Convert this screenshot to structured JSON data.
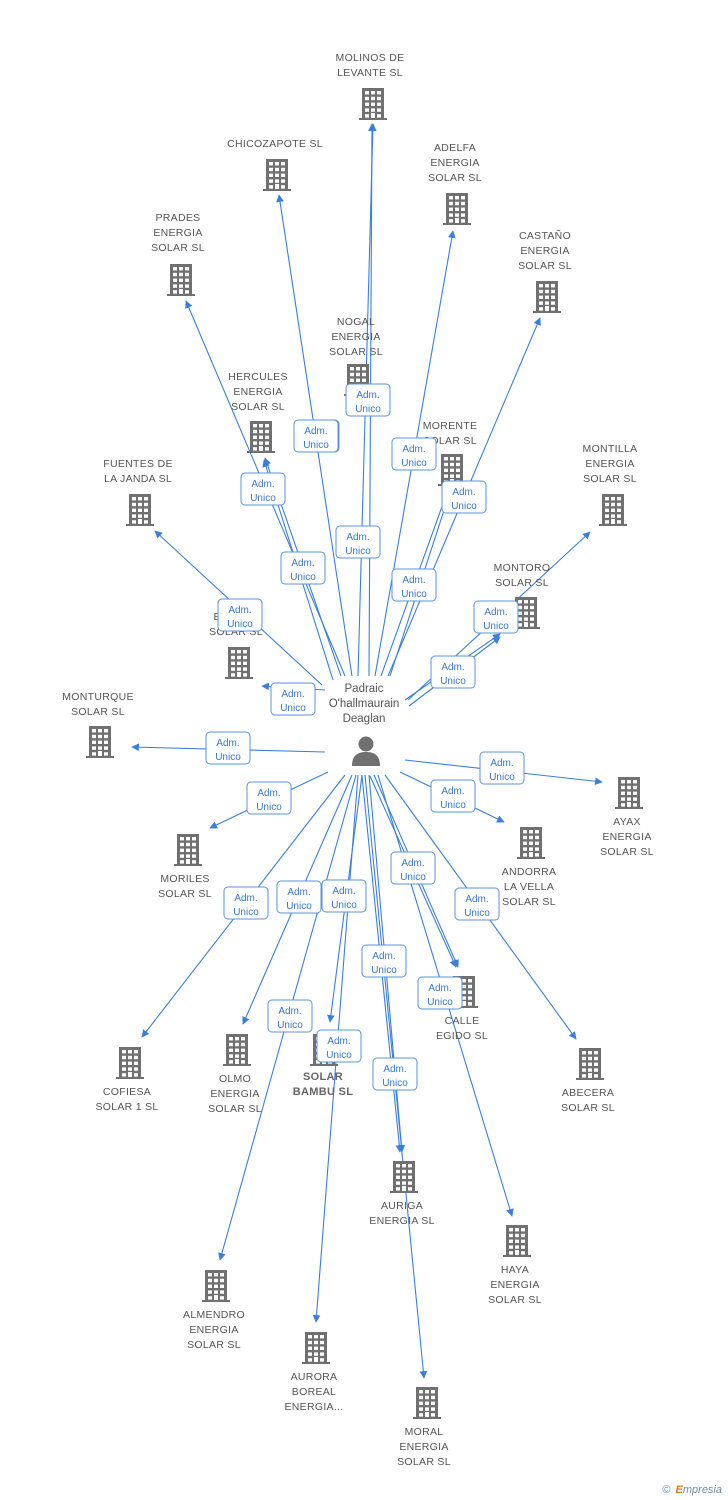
{
  "center": {
    "name_lines": [
      "Padraic",
      "O'hallmaurain",
      "Deaglan"
    ]
  },
  "edge_label": [
    "Adm.",
    "Unico"
  ],
  "nodes": [
    {
      "id": "molinos",
      "lines": [
        "MOLINOS DE",
        "LEVANTE SL"
      ]
    },
    {
      "id": "chicozapote",
      "lines": [
        "CHICOZAPOTE SL"
      ]
    },
    {
      "id": "adelfa",
      "lines": [
        "ADELFA",
        "ENERGIA",
        "SOLAR SL"
      ]
    },
    {
      "id": "prades",
      "lines": [
        "PRADES",
        "ENERGIA",
        "SOLAR SL"
      ]
    },
    {
      "id": "castano",
      "lines": [
        "CASTAÑO",
        "ENERGIA",
        "SOLAR SL"
      ]
    },
    {
      "id": "nogal",
      "lines": [
        "NOGAL",
        "ENERGIA",
        "SOLAR SL"
      ]
    },
    {
      "id": "hercules",
      "lines": [
        "HERCULES",
        "ENERGIA",
        "SOLAR SL"
      ]
    },
    {
      "id": "morente",
      "lines": [
        "MORENTE",
        "SOLAR SL"
      ]
    },
    {
      "id": "montilla",
      "lines": [
        "MONTILLA",
        "ENERGIA",
        "SOLAR SL"
      ]
    },
    {
      "id": "fuentes",
      "lines": [
        "FUENTES DE",
        "LA JANDA SL"
      ]
    },
    {
      "id": "montoro",
      "lines": [
        "MONTORO",
        "SOLAR SL"
      ]
    },
    {
      "id": "espejo",
      "lines": [
        "E...",
        "SOLAR SL"
      ]
    },
    {
      "id": "monturque",
      "lines": [
        "MONTURQUE",
        "SOLAR SL"
      ]
    },
    {
      "id": "ayax",
      "lines": [
        "AYAX",
        "ENERGIA",
        "SOLAR SL"
      ]
    },
    {
      "id": "moriles",
      "lines": [
        "MORILES",
        "SOLAR SL"
      ]
    },
    {
      "id": "andorra",
      "lines": [
        "ANDORRA",
        "LA VELLA",
        "SOLAR SL"
      ]
    },
    {
      "id": "cofiesa",
      "lines": [
        "COFIESA",
        "SOLAR 1 SL"
      ]
    },
    {
      "id": "olmo",
      "lines": [
        "OLMO",
        "ENERGIA",
        "SOLAR SL"
      ]
    },
    {
      "id": "bambu",
      "lines": [
        "SOLAR",
        "BAMBU SL"
      ]
    },
    {
      "id": "calle",
      "lines": [
        "CALLE",
        "EGIDO SL"
      ]
    },
    {
      "id": "abecera",
      "lines": [
        "ABECERA",
        "SOLAR SL"
      ]
    },
    {
      "id": "auriga",
      "lines": [
        "AURIGA",
        "ENERGIA SL"
      ]
    },
    {
      "id": "haya",
      "lines": [
        "HAYA",
        "ENERGIA",
        "SOLAR SL"
      ]
    },
    {
      "id": "almendro",
      "lines": [
        "ALMENDRO",
        "ENERGIA",
        "SOLAR SL"
      ]
    },
    {
      "id": "aurora",
      "lines": [
        "AURORA",
        "BOREAL",
        "ENERGIA..."
      ]
    },
    {
      "id": "moral",
      "lines": [
        "MORAL",
        "ENERGIA",
        "SOLAR SL"
      ]
    }
  ],
  "footer": {
    "copyright": "©",
    "brand_first": "E",
    "brand_rest": "mpresia"
  }
}
